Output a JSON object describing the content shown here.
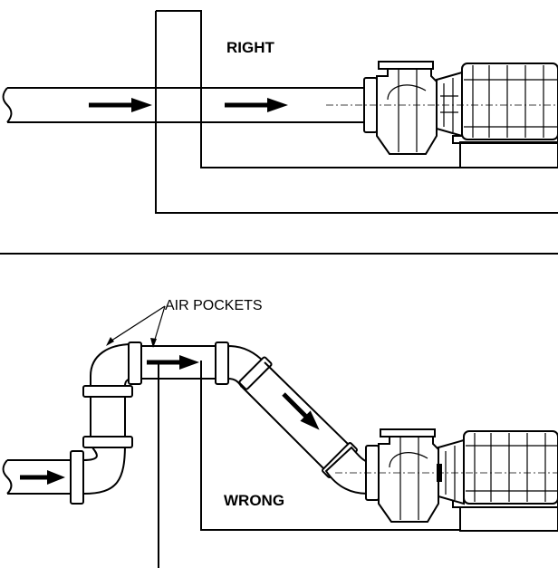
{
  "labels": {
    "right": "RIGHT",
    "wrong": "WRONG",
    "air_pockets": "AIR POCKETS"
  },
  "colors": {
    "ink": "#000000",
    "paper": "#ffffff"
  }
}
